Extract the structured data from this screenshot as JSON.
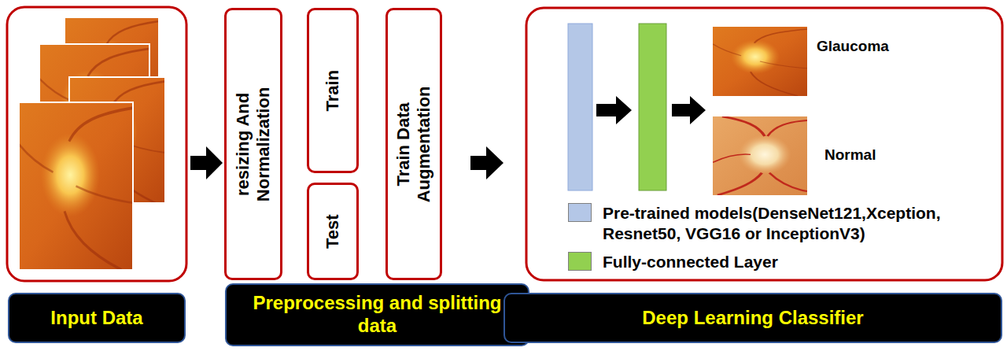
{
  "diagram": {
    "nodes": [
      {
        "text": [
          "resizing And Normalization"
        ]
      },
      {
        "text": [
          "Train"
        ]
      },
      {
        "text": [
          "Test"
        ]
      },
      {
        "text": [
          "Train Data Augmentation"
        ]
      },
      {
        "text": [
          "Input Data"
        ]
      },
      {
        "text": [
          "Preprocessing and splitting data"
        ]
      },
      {
        "text": [
          "Deep Learning Classifier"
        ]
      }
    ],
    "labels": [
      "Glaucoma",
      "Normal"
    ],
    "legend": [
      {
        "text": "Pre-trained models(DenseNet121,Xception, Resnet50, VGG16 or InceptionV3)",
        "color": "#b4c7e7"
      },
      {
        "text": "Fully-connected Layer",
        "color": "#92d050"
      }
    ]
  }
}
